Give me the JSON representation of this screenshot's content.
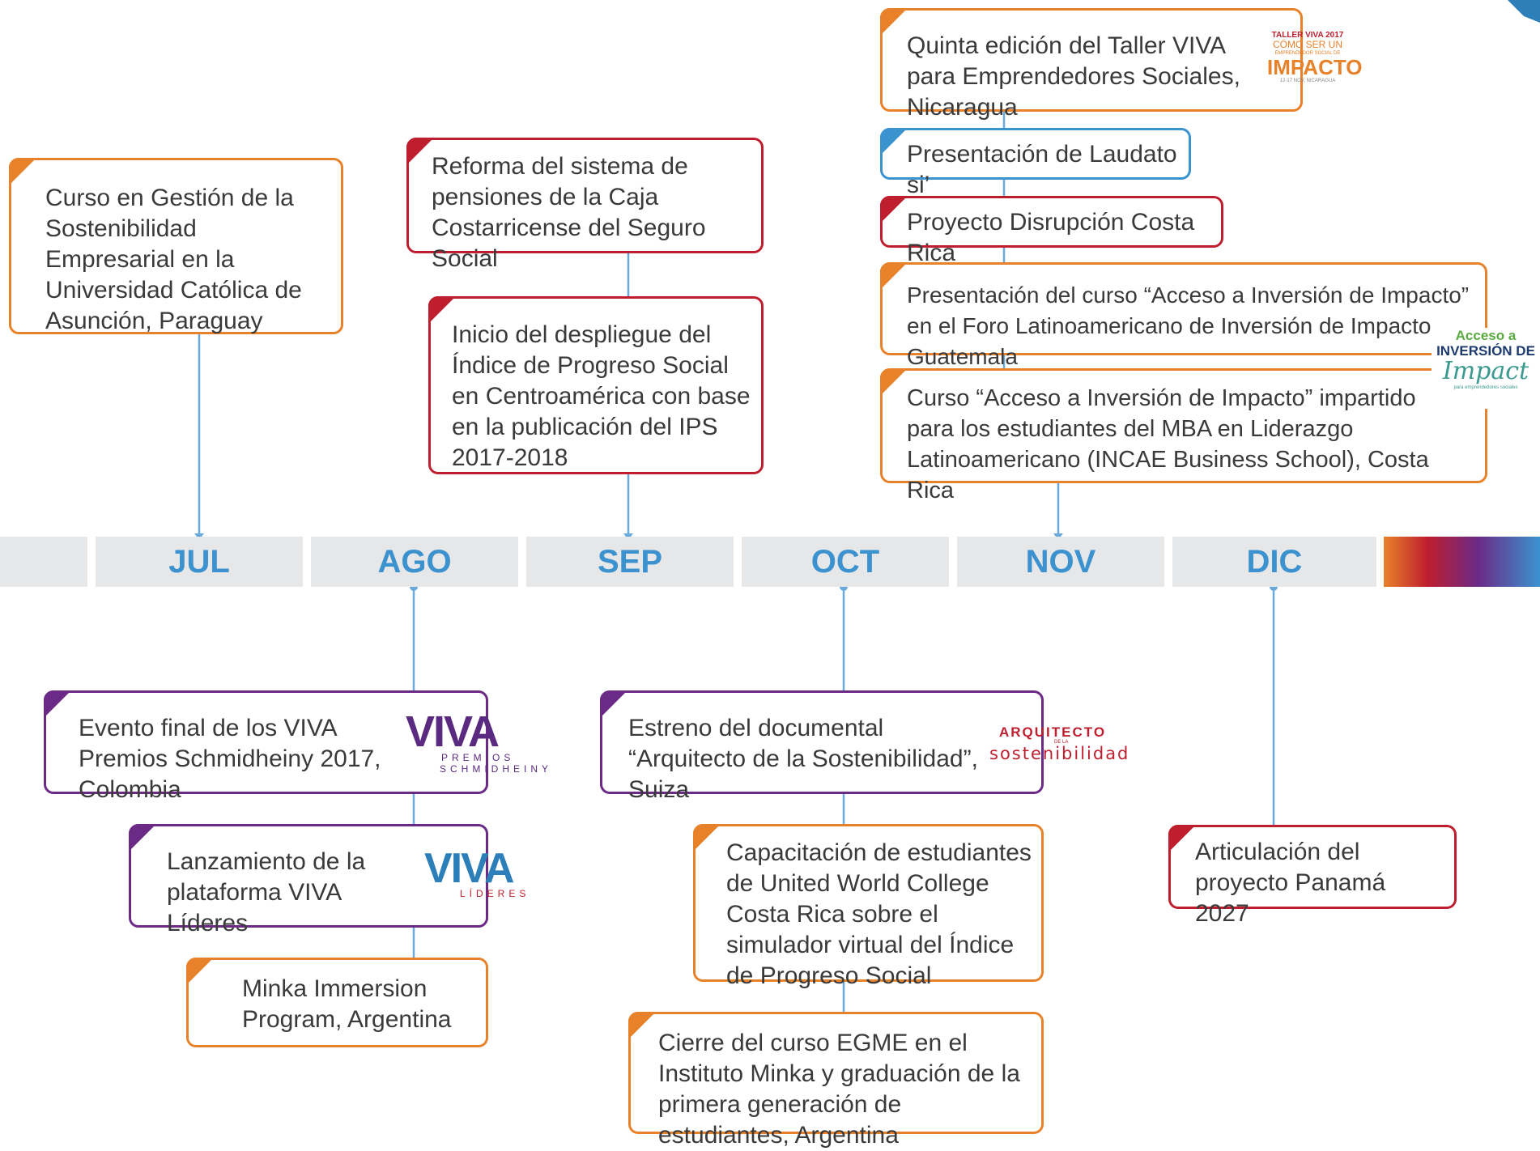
{
  "months": [
    "JUL",
    "AGO",
    "SEP",
    "OCT",
    "NOV",
    "DIC"
  ],
  "colors": {
    "orange": "#e8822a",
    "red": "#be1e2d",
    "purple": "#6b2a86",
    "blue": "#3a93cf",
    "line": "#6aa9dc",
    "bar": "#e6e7e9"
  },
  "events": {
    "jul_1": "Curso en Gestión de la Sostenibilidad Empresarial en la Universidad Católica de Asunción, Paraguay",
    "sep_1": "Reforma del sistema de pensiones de la Caja Costarricense del Seguro Social",
    "sep_2": "Inicio del despliegue del Índice de Progreso Social en Centroamérica con base en la publicación del IPS 2017-2018",
    "nov_1": "Quinta edición del Taller VIVA para Emprendedores Sociales, Nicaragua",
    "nov_2": "Presentación de Laudato si’",
    "nov_3": "Proyecto Disrupción Costa Rica",
    "nov_4": "Presentación del curso “Acceso a Inversión de Impacto” en el Foro Latinoamericano de Inversión de Impacto, Guatemala",
    "nov_5": "Curso “Acceso a Inversión de Impacto” impartido para los estudiantes del MBA en Liderazgo Latinoamericano (INCAE Business School), Costa Rica",
    "ago_1": "Evento final de los VIVA Premios Schmidheiny 2017, Colombia",
    "ago_2": "Lanzamiento de la plataforma VIVA Líderes",
    "ago_3": "Minka Immersion Program, Argentina",
    "oct_1": "Estreno del documental “Arquitecto de la Sostenibilidad”, Suiza",
    "oct_2": "Capacitación de estudiantes de United World College Costa Rica sobre el simulador virtual del Índice de Progreso Social",
    "oct_3": "Cierre del curso EGME en el Instituto Minka y graduación de la primera generación de estudiantes, Argentina",
    "dic_1": "Articulación del proyecto Panamá 2027"
  },
  "logos": {
    "taller": {
      "line1": "TALLER VIVA 2017",
      "line2": "CÓMO SER UN",
      "line3": "EMPRENDEDOR SOCIAL DE",
      "line4": "IMPACTO",
      "line5": "12-17 NOV, NICARAGUA"
    },
    "acceso": {
      "line1": "Acceso a",
      "line2": "INVERSIÓN DE",
      "line3": "Impact",
      "line4": "para emprendedores sociales"
    },
    "viva_premios": {
      "mark": "VIVA",
      "sub1": "PREMIOS",
      "sub2": "SCHMIDHEINY"
    },
    "viva_lideres": {
      "mark": "VIVA",
      "sub1": "LÍDERES"
    },
    "arquitecto": {
      "line1": "ARQUITECTO",
      "line2": "DE LA",
      "line3": "sostenibilidad"
    }
  }
}
